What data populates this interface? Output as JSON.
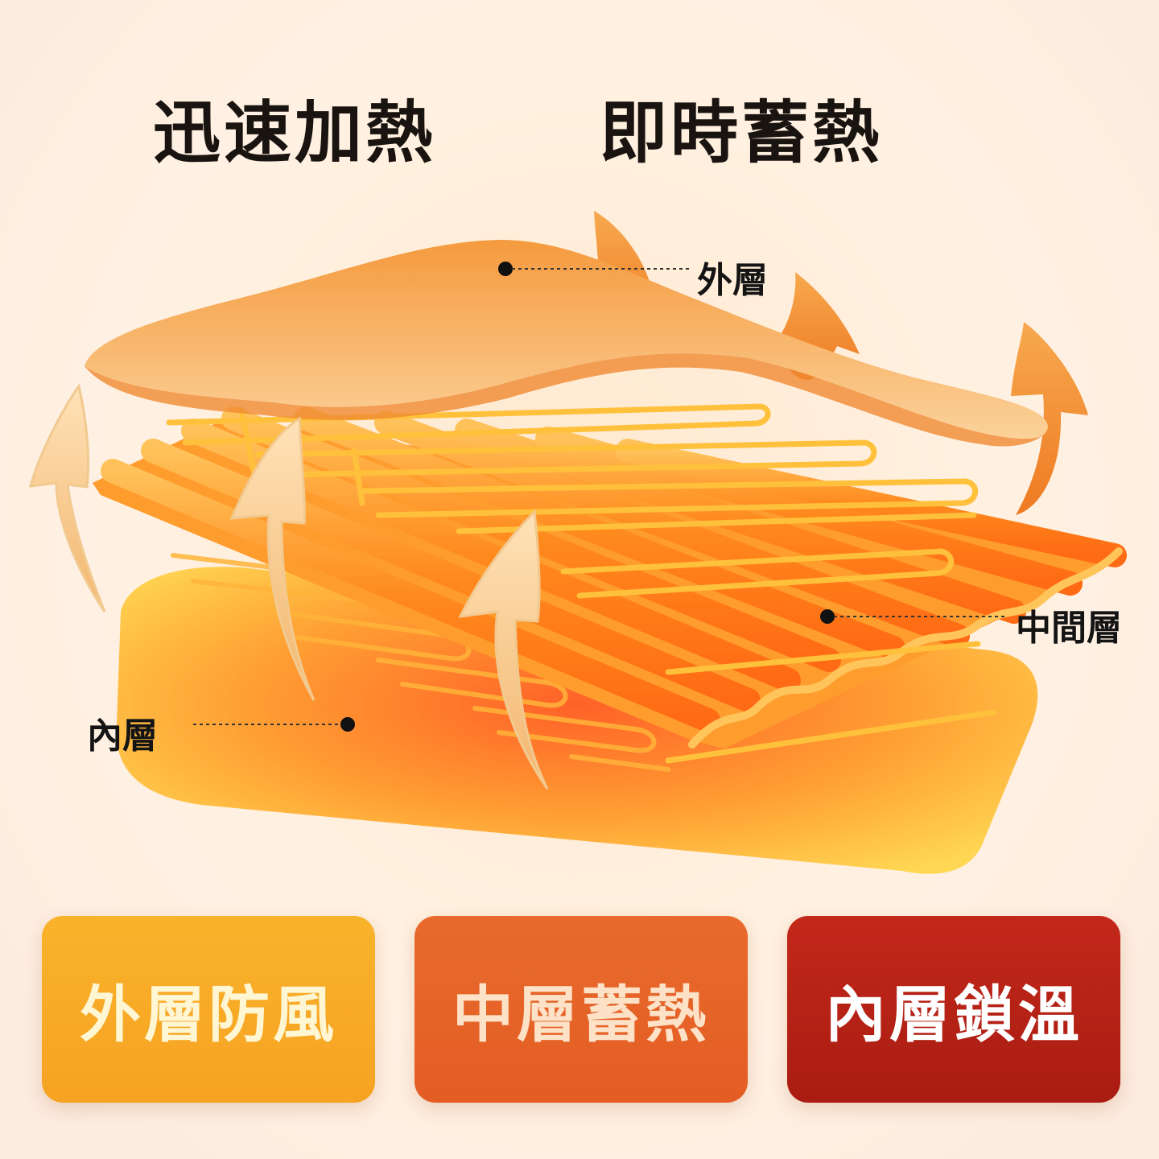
{
  "headlines": {
    "left": "迅速加熱",
    "right": "即時蓄熱"
  },
  "callouts": {
    "outer": "外層",
    "middle": "中間層",
    "inner": "內層"
  },
  "badges": [
    {
      "label": "外層防風",
      "color": "#f8ab27"
    },
    {
      "label": "中層蓄熱",
      "color": "#e6642a"
    },
    {
      "label": "內層鎖溫",
      "color": "#b82217"
    }
  ],
  "colors": {
    "background": "#fff0df",
    "outer_layer": "#f6a14a",
    "middle_layer": "#ff8a1e",
    "inner_layer": "#ffd24a",
    "heating_wire": "#ffbf3a",
    "arrow_outline": "#f2c98f"
  },
  "icons": [
    "heat-arrow-icon"
  ]
}
